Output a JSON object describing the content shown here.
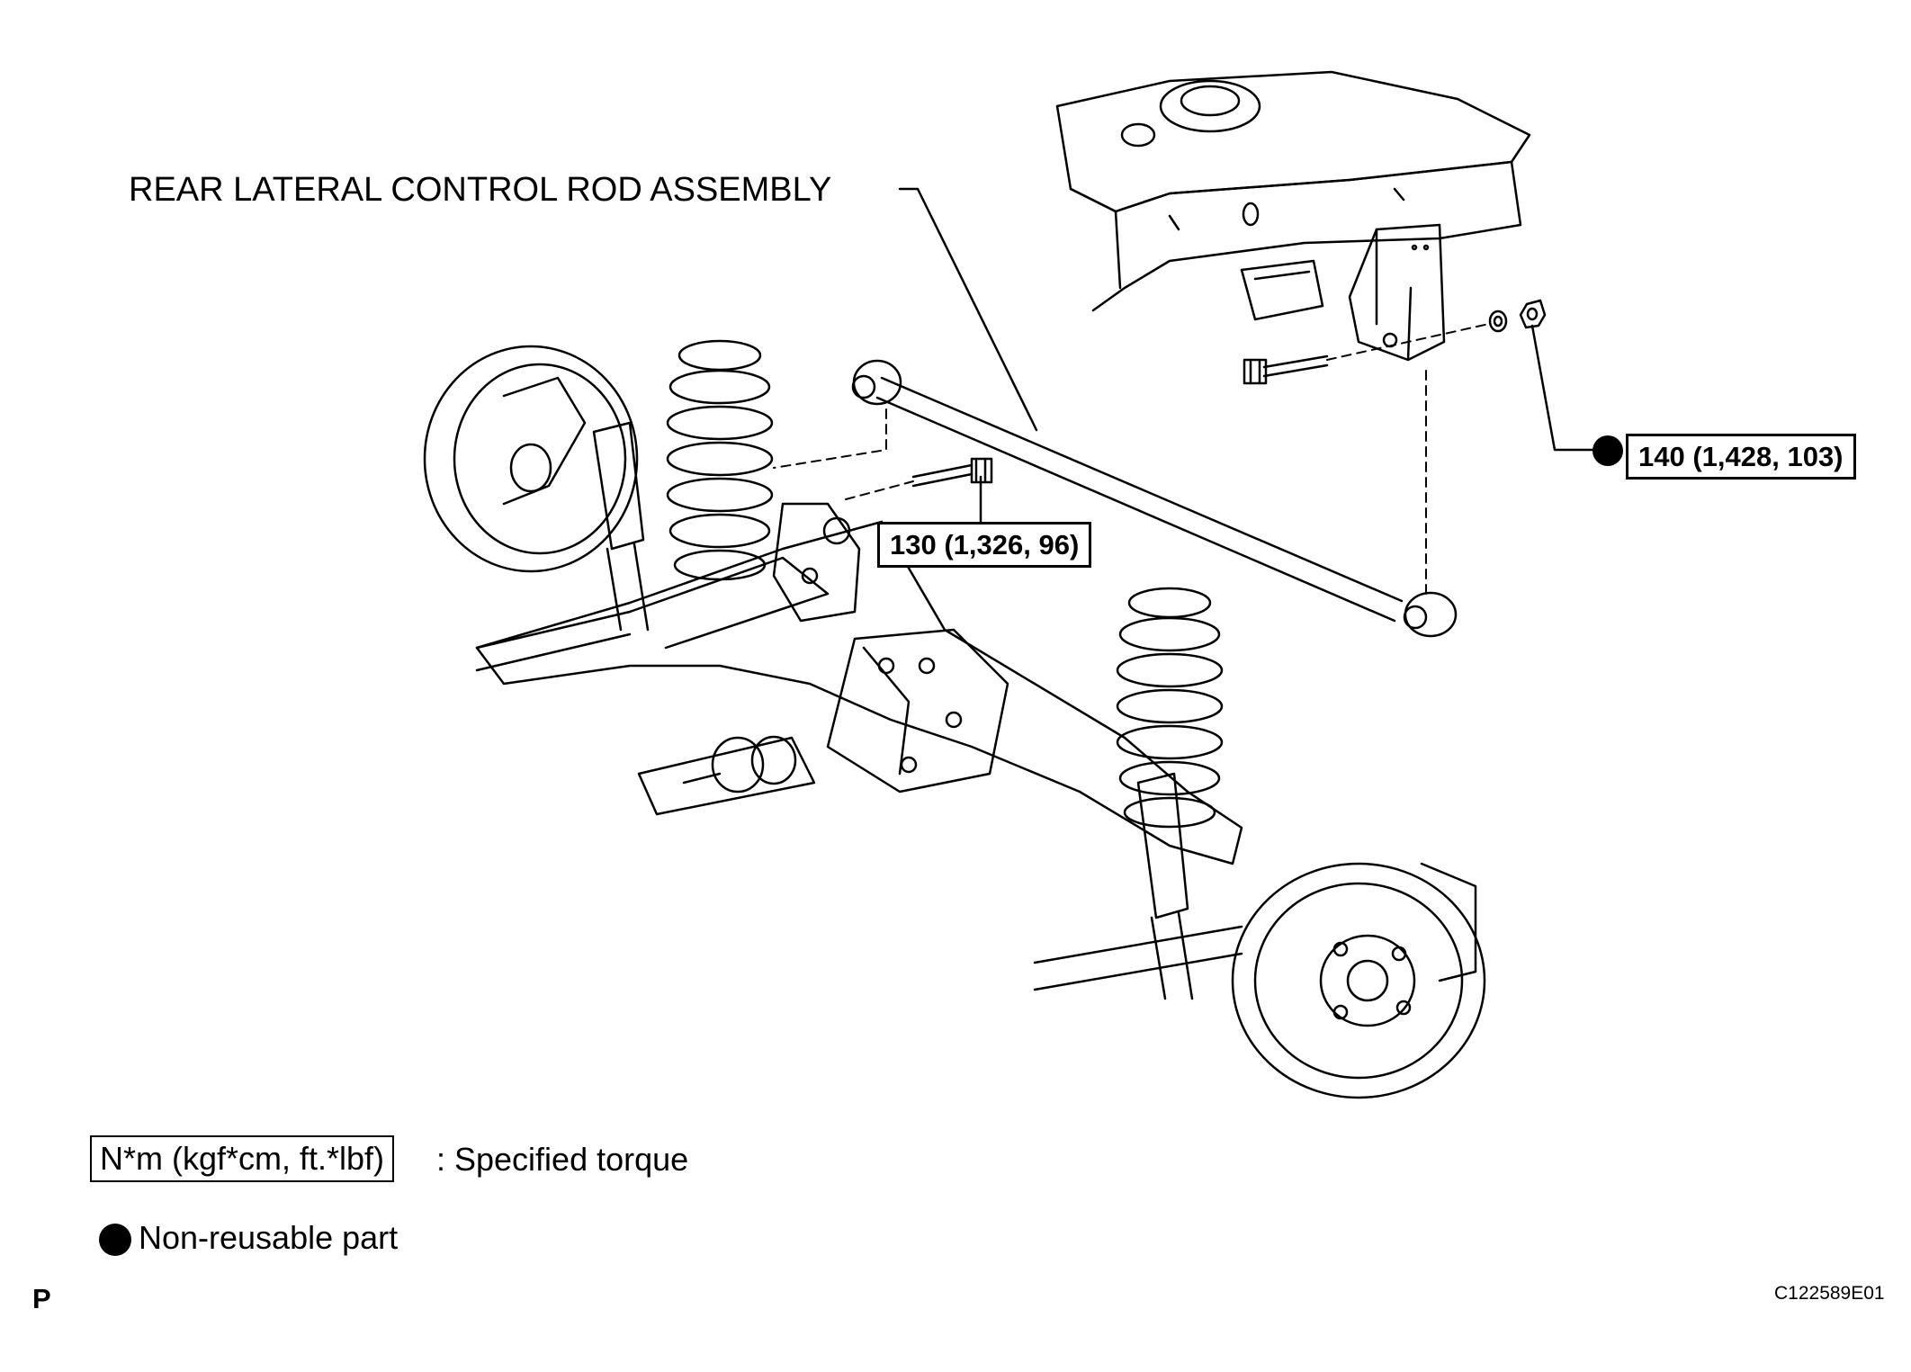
{
  "diagram": {
    "title_label": "REAR LATERAL CONTROL ROD ASSEMBLY",
    "torque_callouts": [
      {
        "value": "130 (1,326, 96)",
        "non_reusable": false
      },
      {
        "value": "140 (1,428, 103)",
        "non_reusable": true
      }
    ],
    "legend": {
      "torque_unit_box": "N*m (kgf*cm, ft.*lbf)",
      "torque_desc": ": Specified torque",
      "non_reusable_desc": "Non-reusable part"
    },
    "page_marker": "P",
    "figure_code": "C122589E01"
  }
}
